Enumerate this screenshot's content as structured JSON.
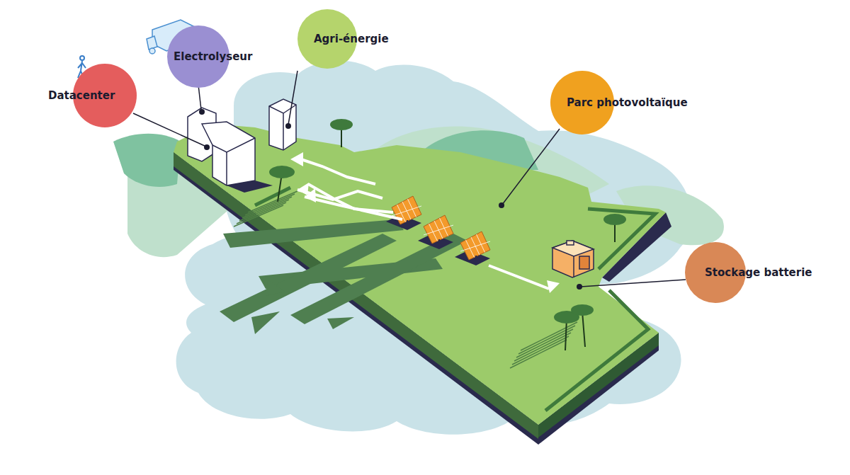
{
  "diagram": {
    "nodes": [
      {
        "text": [
          "Agri-énergie"
        ]
      },
      {
        "text": [
          "Electrolyseur"
        ]
      },
      {
        "text": [
          "Datacenter"
        ]
      },
      {
        "text": [
          "Parc photovoltaïque"
        ]
      },
      {
        "text": [
          "Stockage batterie"
        ]
      }
    ]
  }
}
